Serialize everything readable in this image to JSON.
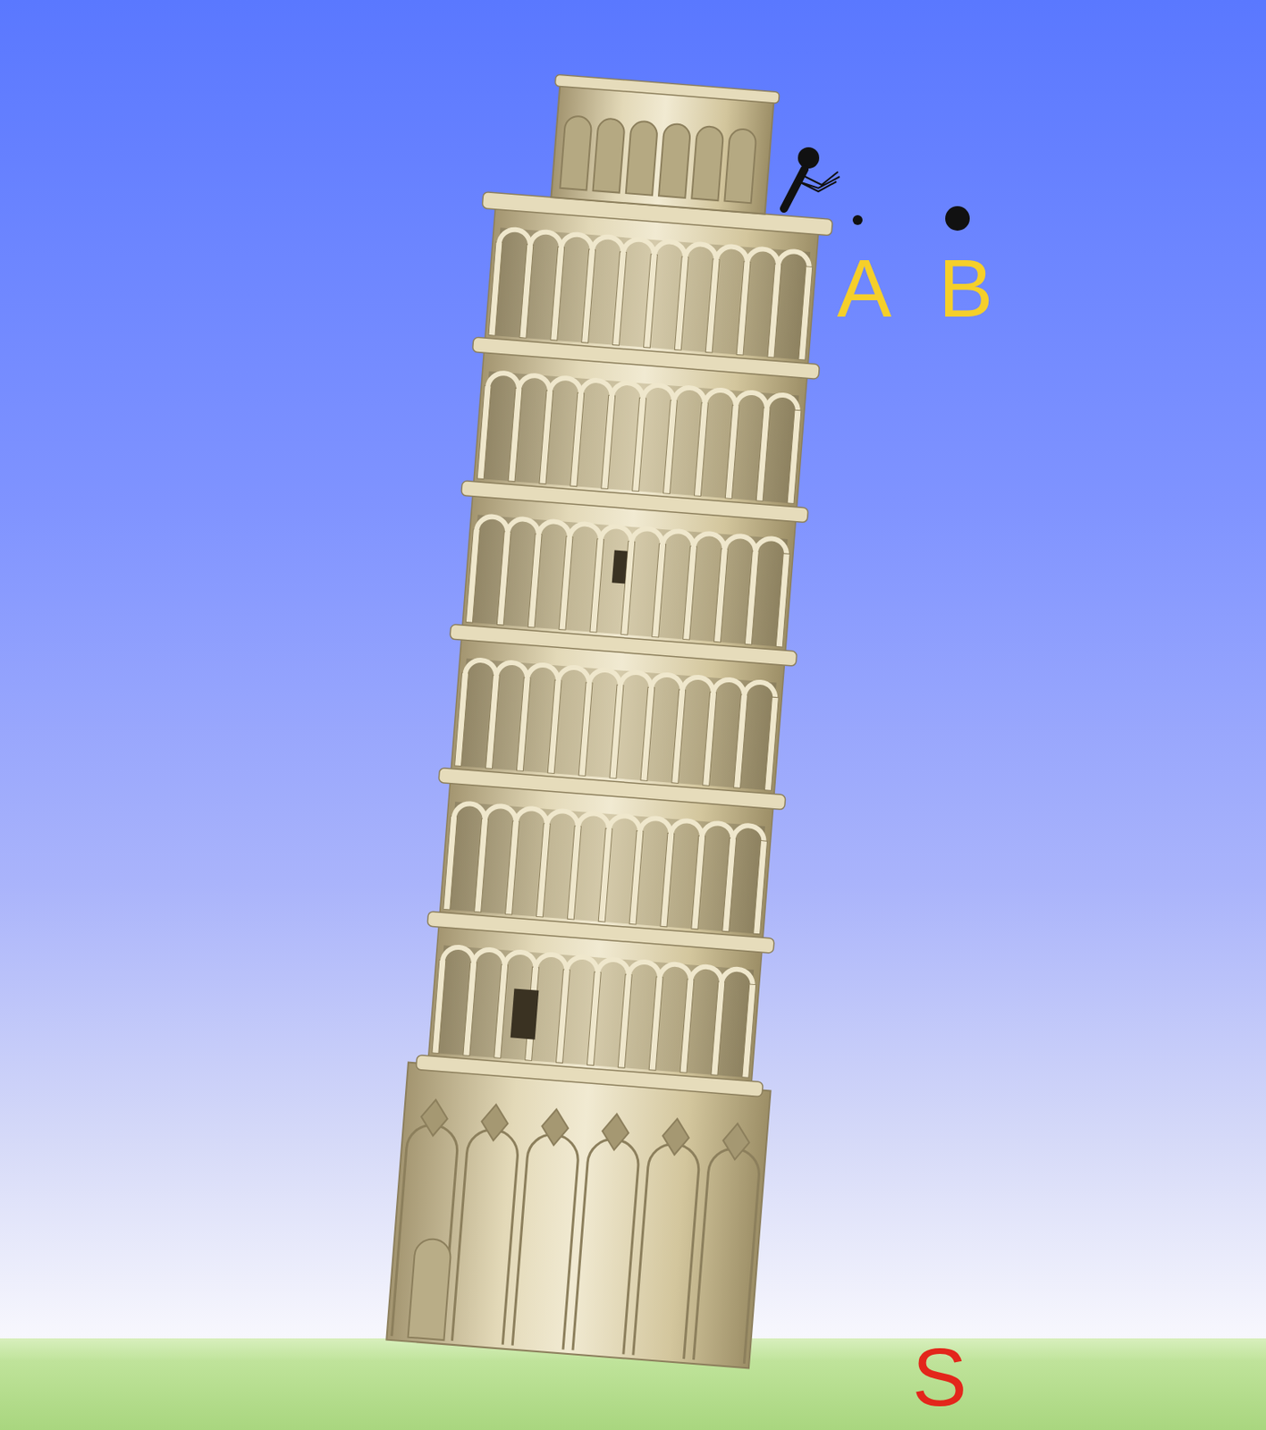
{
  "diagram": {
    "labels": [
      "A",
      "B",
      "S"
    ]
  }
}
